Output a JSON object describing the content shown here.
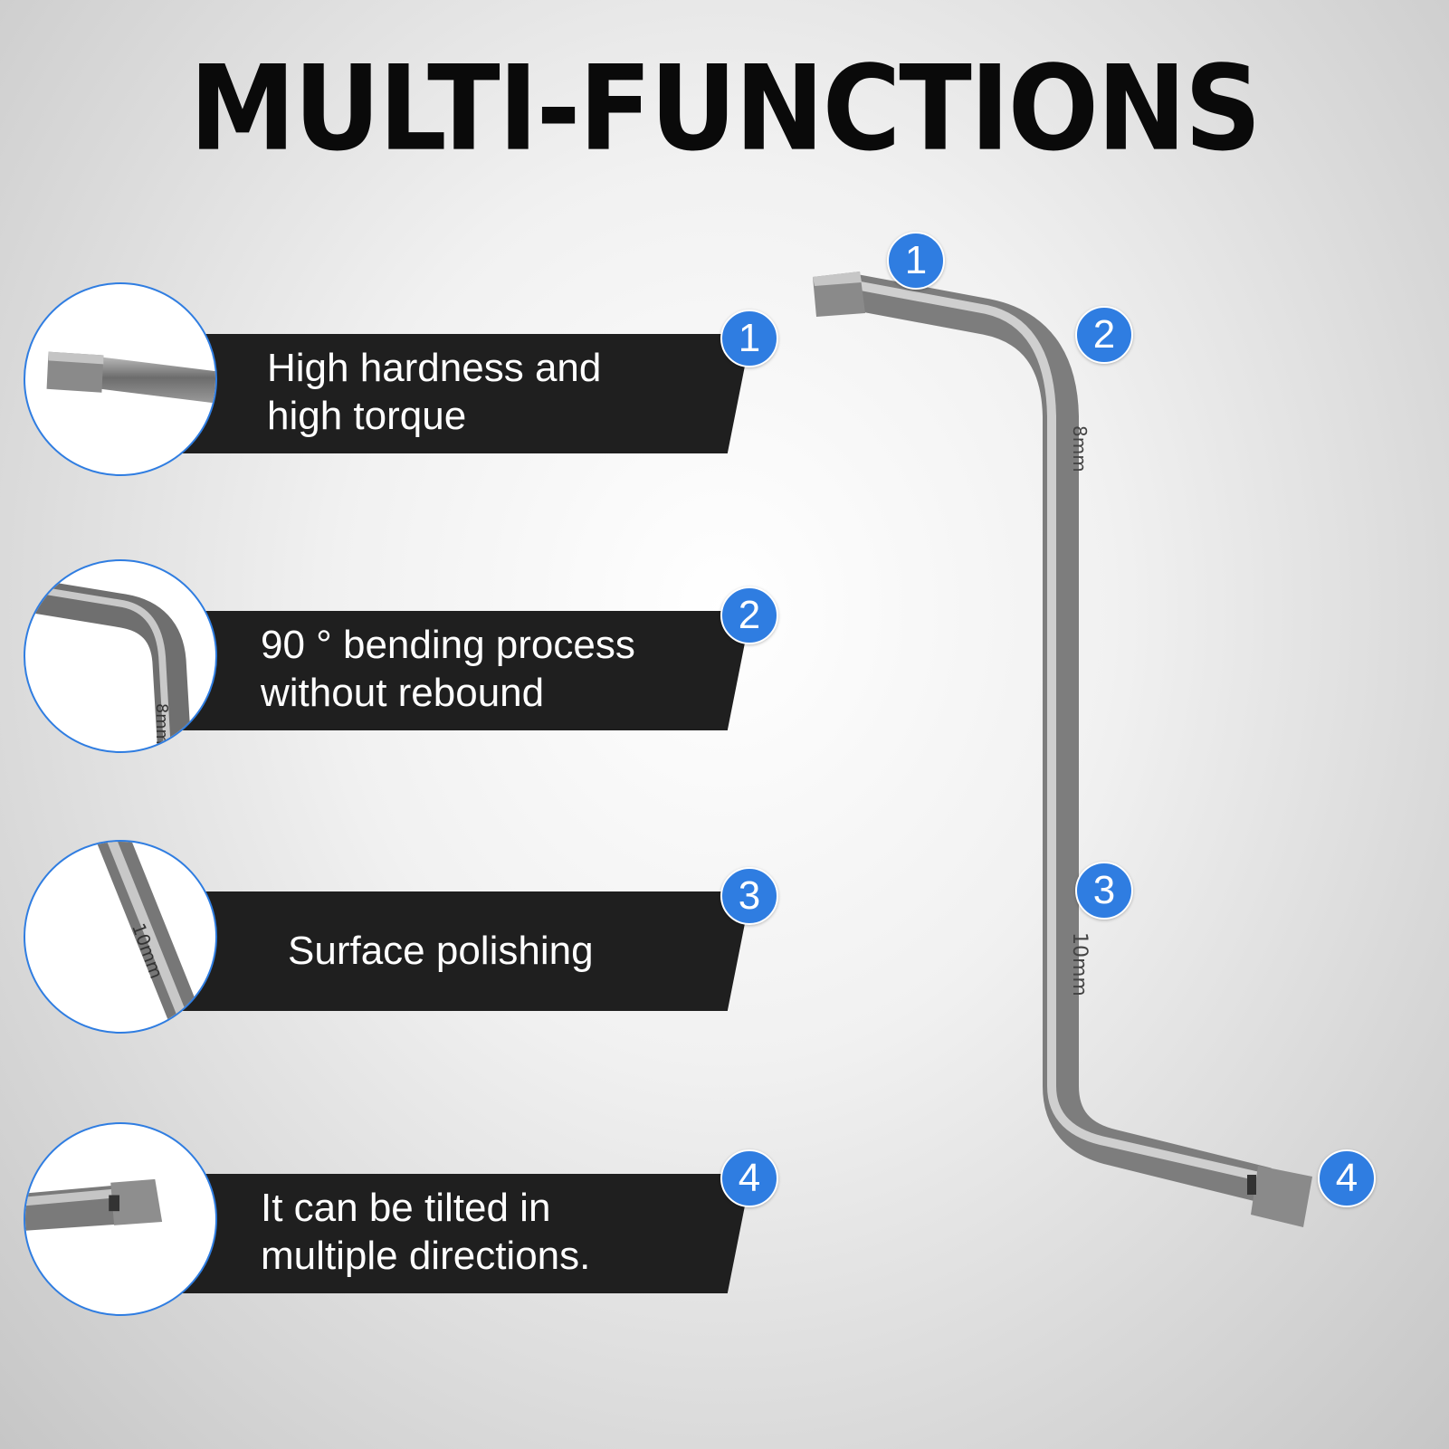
{
  "title": "MULTI-FUNCTIONS",
  "features": [
    {
      "number": "1",
      "text_lines": [
        "High hardness and",
        "high torque"
      ]
    },
    {
      "number": "2",
      "text_lines": [
        "90 ° bending process",
        "without rebound"
      ]
    },
    {
      "number": "3",
      "text_lines": [
        "Surface polishing"
      ]
    },
    {
      "number": "4",
      "text_lines": [
        "It can be tilted in",
        "multiple directions."
      ]
    }
  ],
  "wrench": {
    "callouts": [
      "1",
      "2",
      "3",
      "4"
    ],
    "size_marks": [
      "8mm",
      "10mm"
    ]
  },
  "colors": {
    "accent": "#2f7de1",
    "banner": "#1f1f1f",
    "title": "#0a0a0a"
  }
}
